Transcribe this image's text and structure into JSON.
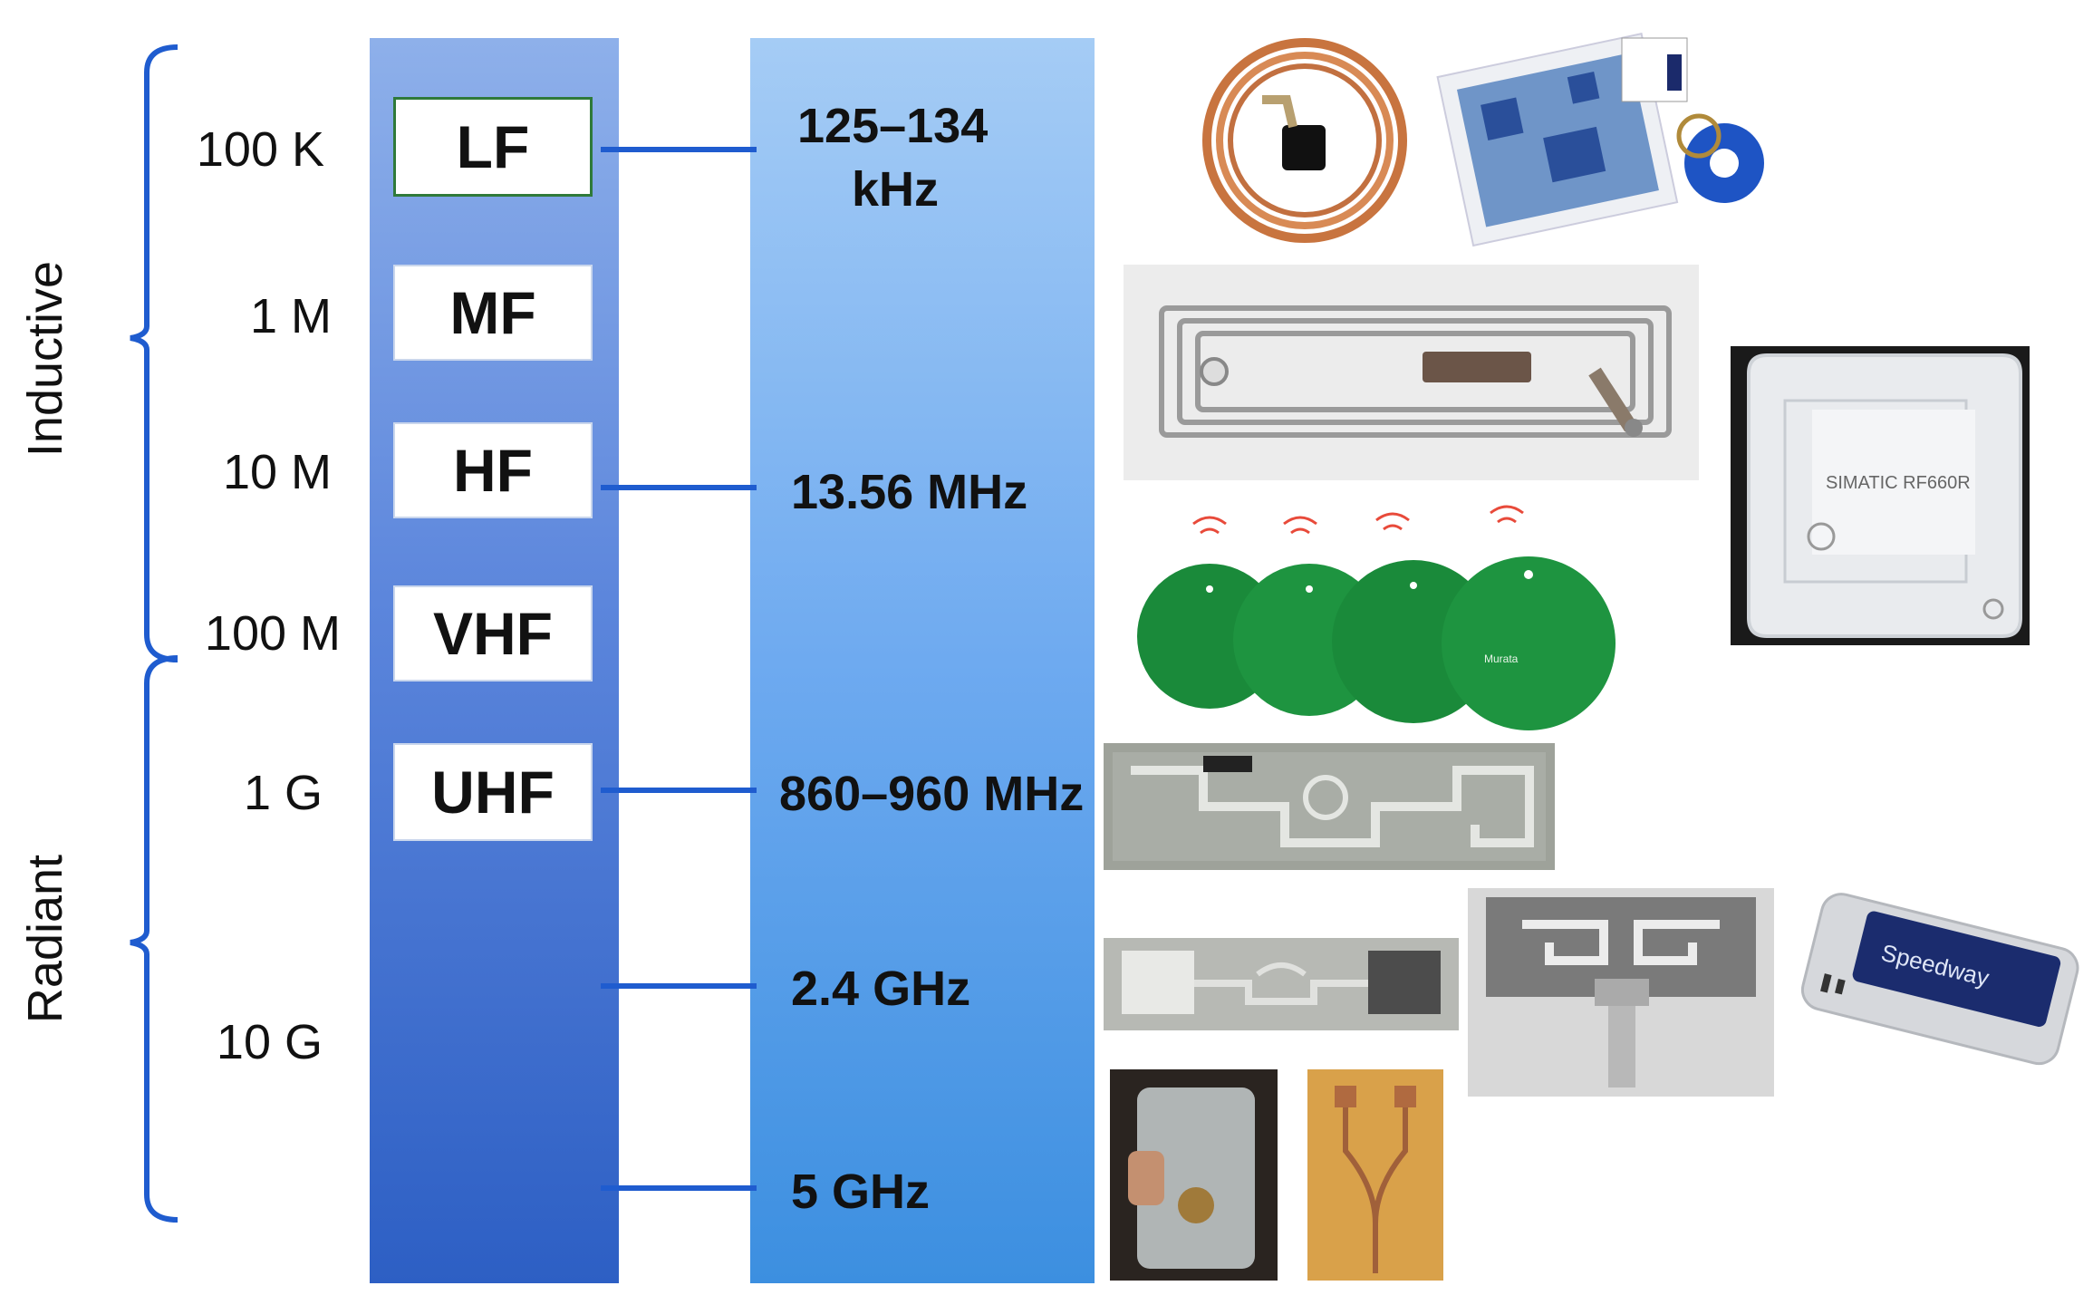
{
  "sections": {
    "inductive": "Inductive",
    "radiant": "Radiant"
  },
  "scale": [
    "100 K",
    "1 M",
    "10 M",
    "100 M",
    "1 G",
    "10 G"
  ],
  "bands": [
    "LF",
    "MF",
    "HF",
    "VHF",
    "UHF"
  ],
  "frequencies": {
    "lf_line1": "125–134",
    "lf_line2": "kHz",
    "hf": "13.56 MHz",
    "uhf": "860–960 MHz",
    "ghz24": "2.4 GHz",
    "ghz5": "5 GHz"
  },
  "photo_text": {
    "simatic": "SIMATIC RF660R",
    "murata": "Murata",
    "speedway": "Speedway"
  },
  "colors": {
    "bracket": "#1f5ccf",
    "band_column_top": "#8eb0ea",
    "band_column_bottom": "#2d5fc4",
    "freq_column_top": "#a5ccf5",
    "freq_column_bottom": "#3c8fe0",
    "connector": "#1f5ccf"
  }
}
